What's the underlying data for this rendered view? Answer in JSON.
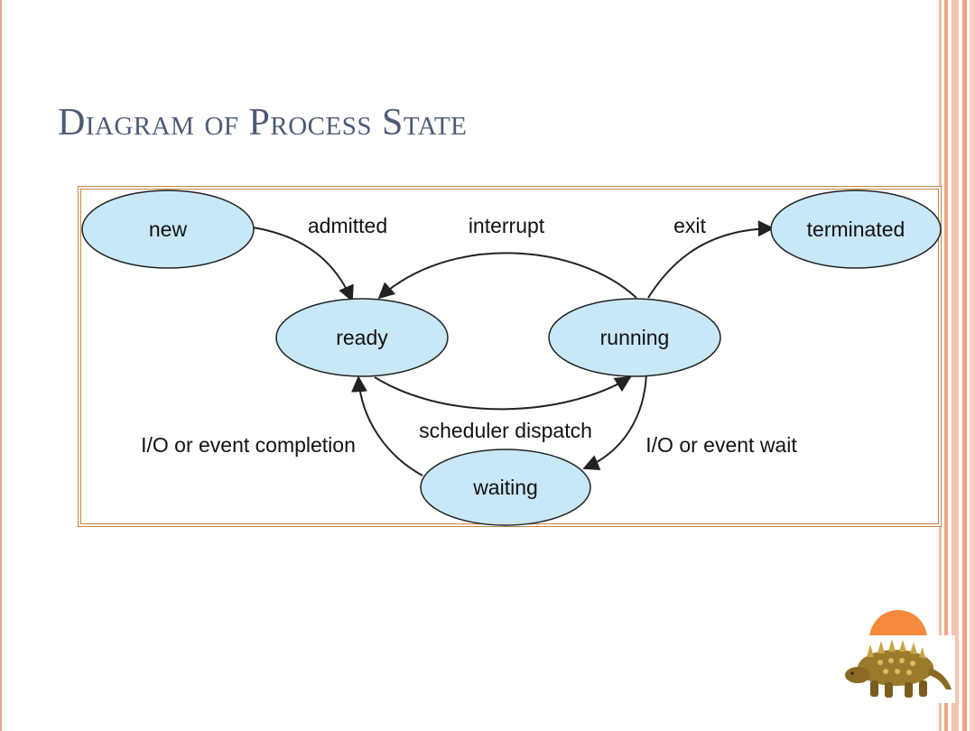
{
  "slide": {
    "title": "Diagram of Process State"
  },
  "diagram": {
    "states": {
      "new": "new",
      "ready": "ready",
      "running": "running",
      "waiting": "waiting",
      "terminated": "terminated"
    },
    "transitions": {
      "admitted": "admitted",
      "interrupt": "interrupt",
      "exit": "exit",
      "scheduler_dispatch": "scheduler dispatch",
      "io_completion": "I/O or event completion",
      "io_wait": "I/O or event wait"
    }
  },
  "colors": {
    "title": "#4d5a75",
    "state_fill": "#c8e8f8",
    "frame": "#c8863d",
    "accent": "#f58a3c",
    "stripe": "#f2a38a"
  },
  "mascot": {
    "icon": "dinosaur-icon"
  }
}
